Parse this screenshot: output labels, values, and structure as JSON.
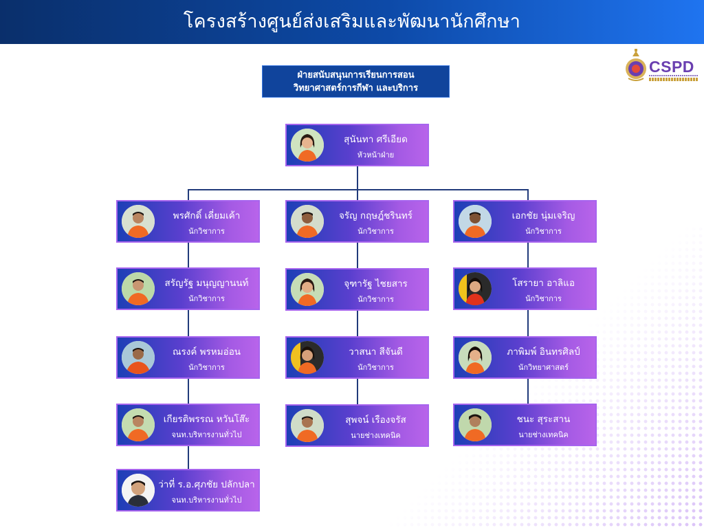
{
  "header": {
    "title": "โครงสร้างศูนย์ส่งเสริมและพัฒนานักศึกษา"
  },
  "logo": {
    "text": "CSPD",
    "icon": "university-emblem-icon"
  },
  "department": {
    "line1": "ฝ่ายสนับสนุนการเรียนการสอน",
    "line2": "วิทยาศาสตร์การกีฬา และบริการ"
  },
  "colors": {
    "header_dark": "#0a2f6b",
    "header_light": "#1f74f0",
    "card_blue": "#1d3fb6",
    "card_purple": "#b864ea",
    "card_border": "#a764ee",
    "connector": "#203a7a"
  },
  "head": {
    "name": "สุนันทา ศรีเอียด",
    "role": "หัวหน้าฝ่าย"
  },
  "columns": [
    [
      {
        "name": "พรศักดิ์ เคี่ยมเค้า",
        "role": "นักวิชาการ"
      },
      {
        "name": "สรัญรัฐ มนุญญานนท์",
        "role": "นักวิชาการ"
      },
      {
        "name": "ณรงค์ พรหมอ่อน",
        "role": "นักวิชาการ"
      },
      {
        "name": "เกียรติพรรณ หวันโส๊ะ",
        "role": "จนท.บริหารงานทั่วไป"
      },
      {
        "name": "ว่าที่ ร.อ.ศุภชัย ปลักปลา",
        "role": "จนท.บริหารงานทั่วไป"
      }
    ],
    [
      {
        "name": "จรัญ กฤษฎ์ชรินทร์",
        "role": "นักวิชาการ"
      },
      {
        "name": "จุฑารัฐ ไชยสาร",
        "role": "นักวิชาการ"
      },
      {
        "name": "วาสนา สีจันดี",
        "role": "นักวิชาการ"
      },
      {
        "name": "สุพจน์ เรืองจรัส",
        "role": "นายช่างเทคนิค"
      }
    ],
    [
      {
        "name": "เอกชัย นุ่มเจริญ",
        "role": "นักวิชาการ"
      },
      {
        "name": "โสรายา อาลิแอ",
        "role": "นักวิชาการ"
      },
      {
        "name": "ภาพิมพ์ อินทรศิลป์",
        "role": "นักวิทยาศาสตร์"
      },
      {
        "name": "ชนะ สุระสาน",
        "role": "นายช่างเทคนิค"
      }
    ]
  ]
}
